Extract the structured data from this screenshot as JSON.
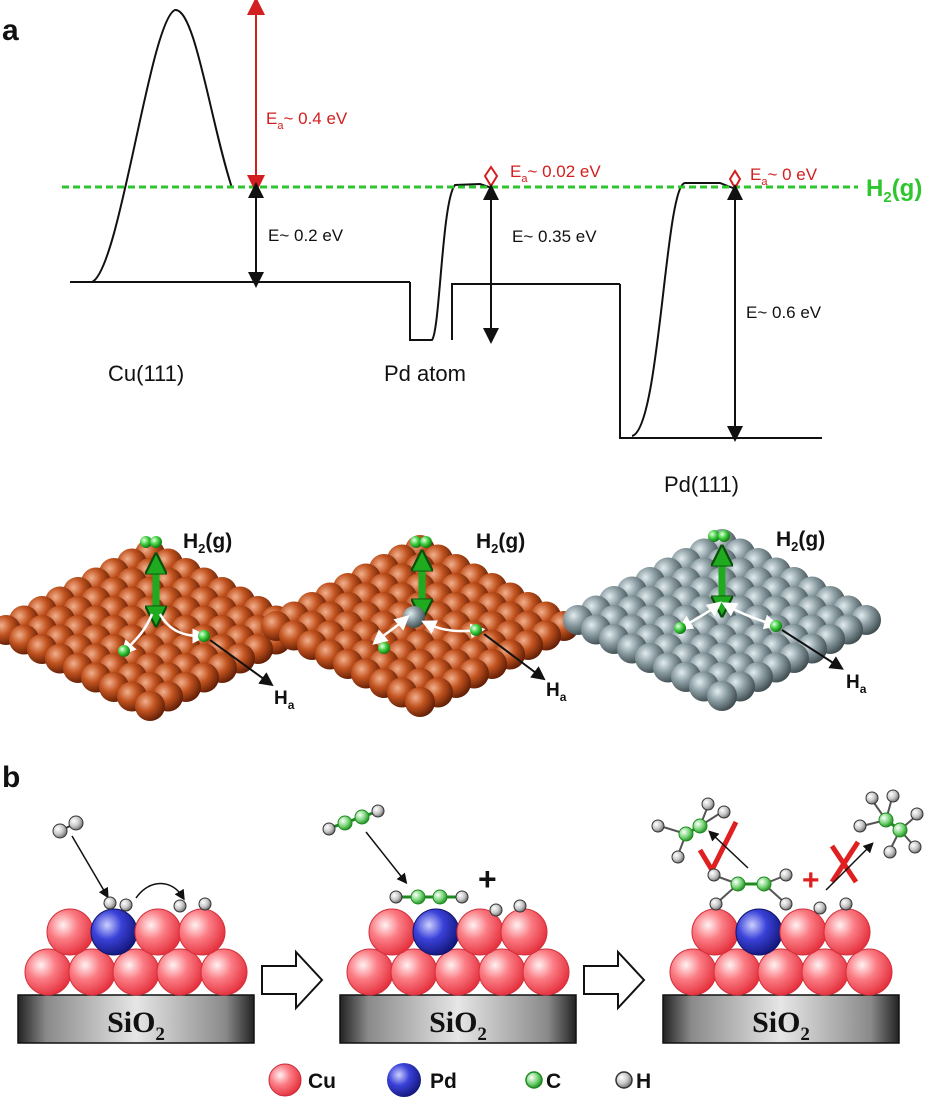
{
  "panel_a": {
    "label": "a",
    "gas_label": "H",
    "gas_sub": "2",
    "gas_suffix": "(g)",
    "gas_color": "#2ec52e",
    "barrier_color": "#d21e1e",
    "energy_levels": [
      {
        "surface": "Cu(111)",
        "binding": "E~ 0.2 eV",
        "barrier": "~ 0.4 eV"
      },
      {
        "surface": "Pd atom",
        "binding": "E~ 0.35 eV",
        "barrier": "~ 0.02 eV"
      },
      {
        "surface": "Pd(111)",
        "binding": "E~ 0.6 eV",
        "barrier": "~ 0 eV"
      }
    ],
    "ea_symbol": "E",
    "ea_sub": "a",
    "adatom_label": "H",
    "adatom_sub": "a",
    "surface_colors": {
      "cu": "#a8380f",
      "pd": "#7a8e93"
    }
  },
  "panel_b": {
    "label": "b",
    "substrate": "SiO",
    "substrate_sub": "2",
    "plus": "+",
    "legend": [
      {
        "name": "Cu",
        "color": "#f4505a"
      },
      {
        "name": "Pd",
        "color": "#2f36c8"
      },
      {
        "name": "C",
        "color": "#52c552"
      },
      {
        "name": "H",
        "color": "#b9b9b9"
      }
    ]
  }
}
